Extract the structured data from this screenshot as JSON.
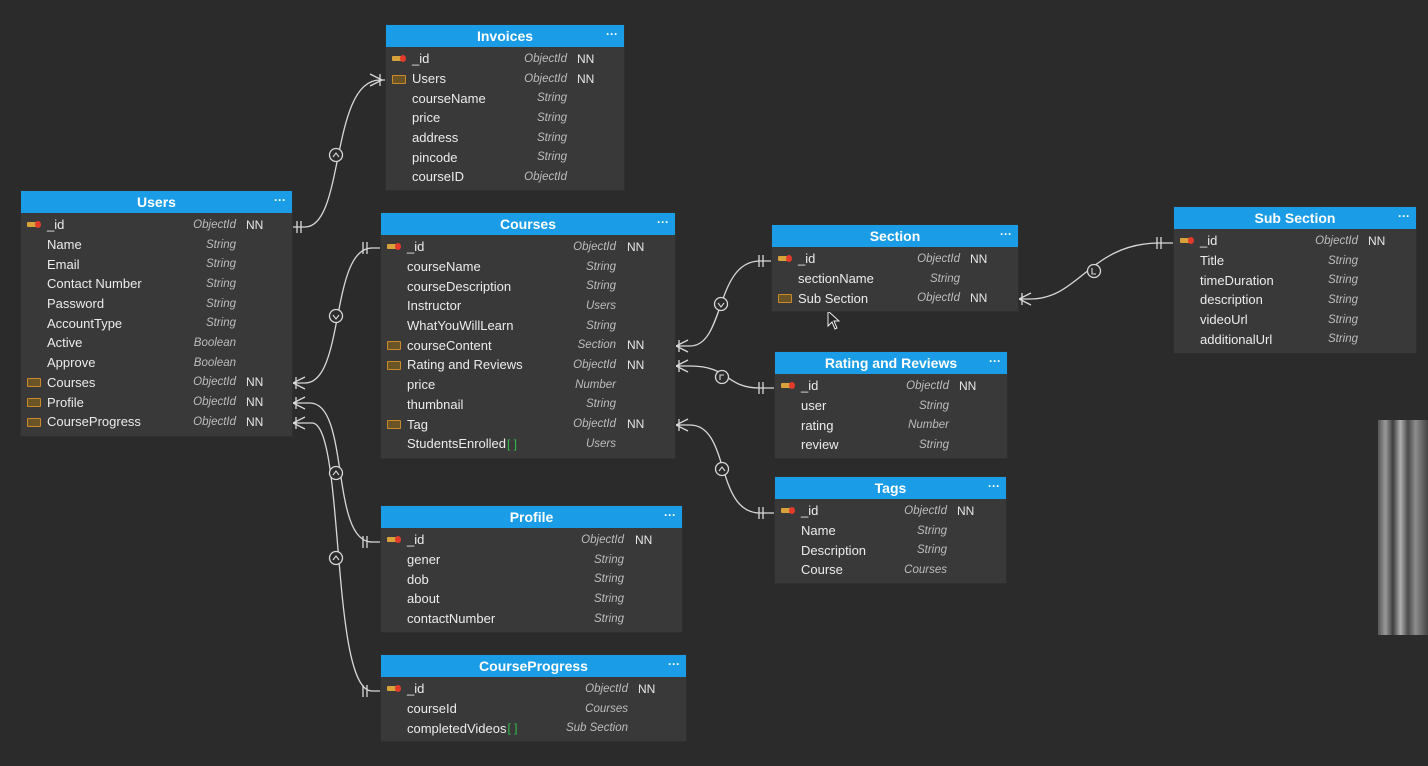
{
  "tables": {
    "users": {
      "title": "Users",
      "rows": [
        {
          "name": "_id",
          "type": "ObjectId",
          "nn": "NN",
          "key": "pk"
        },
        {
          "name": "Name",
          "type": "String",
          "nn": "",
          "key": ""
        },
        {
          "name": "Email",
          "type": "String",
          "nn": "",
          "key": ""
        },
        {
          "name": "Contact Number",
          "type": "String",
          "nn": "",
          "key": ""
        },
        {
          "name": "Password",
          "type": "String",
          "nn": "",
          "key": ""
        },
        {
          "name": "AccountType",
          "type": "String",
          "nn": "",
          "key": ""
        },
        {
          "name": "Active",
          "type": "Boolean",
          "nn": "",
          "key": ""
        },
        {
          "name": "Approve",
          "type": "Boolean",
          "nn": "",
          "key": ""
        },
        {
          "name": "Courses",
          "type": "ObjectId",
          "nn": "NN",
          "key": "fk"
        },
        {
          "name": "Profile",
          "type": "ObjectId",
          "nn": "NN",
          "key": "fk"
        },
        {
          "name": "CourseProgress",
          "type": "ObjectId",
          "nn": "NN",
          "key": "fk"
        }
      ]
    },
    "invoices": {
      "title": "Invoices",
      "rows": [
        {
          "name": "_id",
          "type": "ObjectId",
          "nn": "NN",
          "key": "pk"
        },
        {
          "name": "Users",
          "type": "ObjectId",
          "nn": "NN",
          "key": "fk"
        },
        {
          "name": "courseName",
          "type": "String",
          "nn": "",
          "key": ""
        },
        {
          "name": "price",
          "type": "String",
          "nn": "",
          "key": ""
        },
        {
          "name": "address",
          "type": "String",
          "nn": "",
          "key": ""
        },
        {
          "name": "pincode",
          "type": "String",
          "nn": "",
          "key": ""
        },
        {
          "name": "courseID",
          "type": "ObjectId",
          "nn": "",
          "key": ""
        }
      ]
    },
    "courses": {
      "title": "Courses",
      "rows": [
        {
          "name": "_id",
          "type": "ObjectId",
          "nn": "NN",
          "key": "pk"
        },
        {
          "name": "courseName",
          "type": "String",
          "nn": "",
          "key": ""
        },
        {
          "name": "courseDescription",
          "type": "String",
          "nn": "",
          "key": ""
        },
        {
          "name": "Instructor",
          "type": "Users",
          "nn": "",
          "key": ""
        },
        {
          "name": "WhatYouWillLearn",
          "type": "String",
          "nn": "",
          "key": ""
        },
        {
          "name": "courseContent",
          "type": "Section",
          "nn": "NN",
          "key": "fk"
        },
        {
          "name": "Rating and Reviews",
          "type": "ObjectId",
          "nn": "NN",
          "key": "fk"
        },
        {
          "name": "price",
          "type": "Number",
          "nn": "",
          "key": ""
        },
        {
          "name": "thumbnail",
          "type": "String",
          "nn": "",
          "key": ""
        },
        {
          "name": "Tag",
          "type": "ObjectId",
          "nn": "NN",
          "key": "fk"
        },
        {
          "name": "StudentsEnrolled",
          "type": "Users",
          "nn": "",
          "key": "",
          "arr": "[ ]"
        }
      ]
    },
    "profile": {
      "title": "Profile",
      "rows": [
        {
          "name": "_id",
          "type": "ObjectId",
          "nn": "NN",
          "key": "pk"
        },
        {
          "name": "gener",
          "type": "String",
          "nn": "",
          "key": ""
        },
        {
          "name": "dob",
          "type": "String",
          "nn": "",
          "key": ""
        },
        {
          "name": "about",
          "type": "String",
          "nn": "",
          "key": ""
        },
        {
          "name": "contactNumber",
          "type": "String",
          "nn": "",
          "key": ""
        }
      ]
    },
    "courseprogress": {
      "title": "CourseProgress",
      "rows": [
        {
          "name": "_id",
          "type": "ObjectId",
          "nn": "NN",
          "key": "pk"
        },
        {
          "name": "courseId",
          "type": "Courses",
          "nn": "",
          "key": ""
        },
        {
          "name": "completedVideos",
          "type": "Sub Section",
          "nn": "",
          "key": "",
          "arr": "[ ]"
        }
      ]
    },
    "section": {
      "title": "Section",
      "rows": [
        {
          "name": "_id",
          "type": "ObjectId",
          "nn": "NN",
          "key": "pk"
        },
        {
          "name": "sectionName",
          "type": "String",
          "nn": "",
          "key": ""
        },
        {
          "name": "Sub Section",
          "type": "ObjectId",
          "nn": "NN",
          "key": "fk"
        }
      ]
    },
    "ratings": {
      "title": "Rating and Reviews",
      "rows": [
        {
          "name": "_id",
          "type": "ObjectId",
          "nn": "NN",
          "key": "pk"
        },
        {
          "name": "user",
          "type": "String",
          "nn": "",
          "key": ""
        },
        {
          "name": "rating",
          "type": "Number",
          "nn": "",
          "key": ""
        },
        {
          "name": "review",
          "type": "String",
          "nn": "",
          "key": ""
        }
      ]
    },
    "tags": {
      "title": "Tags",
      "rows": [
        {
          "name": "_id",
          "type": "ObjectId",
          "nn": "NN",
          "key": "pk"
        },
        {
          "name": "Name",
          "type": "String",
          "nn": "",
          "key": ""
        },
        {
          "name": "Description",
          "type": "String",
          "nn": "",
          "key": ""
        },
        {
          "name": "Course",
          "type": "Courses",
          "nn": "",
          "key": ""
        }
      ]
    },
    "subsection": {
      "title": "Sub Section",
      "rows": [
        {
          "name": "_id",
          "type": "ObjectId",
          "nn": "NN",
          "key": "pk"
        },
        {
          "name": "Title",
          "type": "String",
          "nn": "",
          "key": ""
        },
        {
          "name": "timeDuration",
          "type": "String",
          "nn": "",
          "key": ""
        },
        {
          "name": "description",
          "type": "String",
          "nn": "",
          "key": ""
        },
        {
          "name": "videoUrl",
          "type": "String",
          "nn": "",
          "key": ""
        },
        {
          "name": "additionalUrl",
          "type": "String",
          "nn": "",
          "key": ""
        }
      ]
    }
  },
  "menu_glyph": "···",
  "colors": {
    "header": "#1a9ce6",
    "body": "#393939",
    "background": "#2b2b2b",
    "line": "#d8d8d8"
  }
}
